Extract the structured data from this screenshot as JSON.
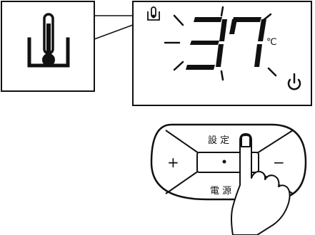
{
  "display": {
    "temperature": "37",
    "unit": "℃"
  },
  "panel": {
    "set_label": "設 定",
    "power_label": "電 源",
    "plus_label": "+",
    "minus_label": "−"
  },
  "colors": {
    "ink": "#111111",
    "background": "#ffffff"
  },
  "icons": [
    "thermometer-icon",
    "power-icon",
    "hand-pointer-icon"
  ]
}
